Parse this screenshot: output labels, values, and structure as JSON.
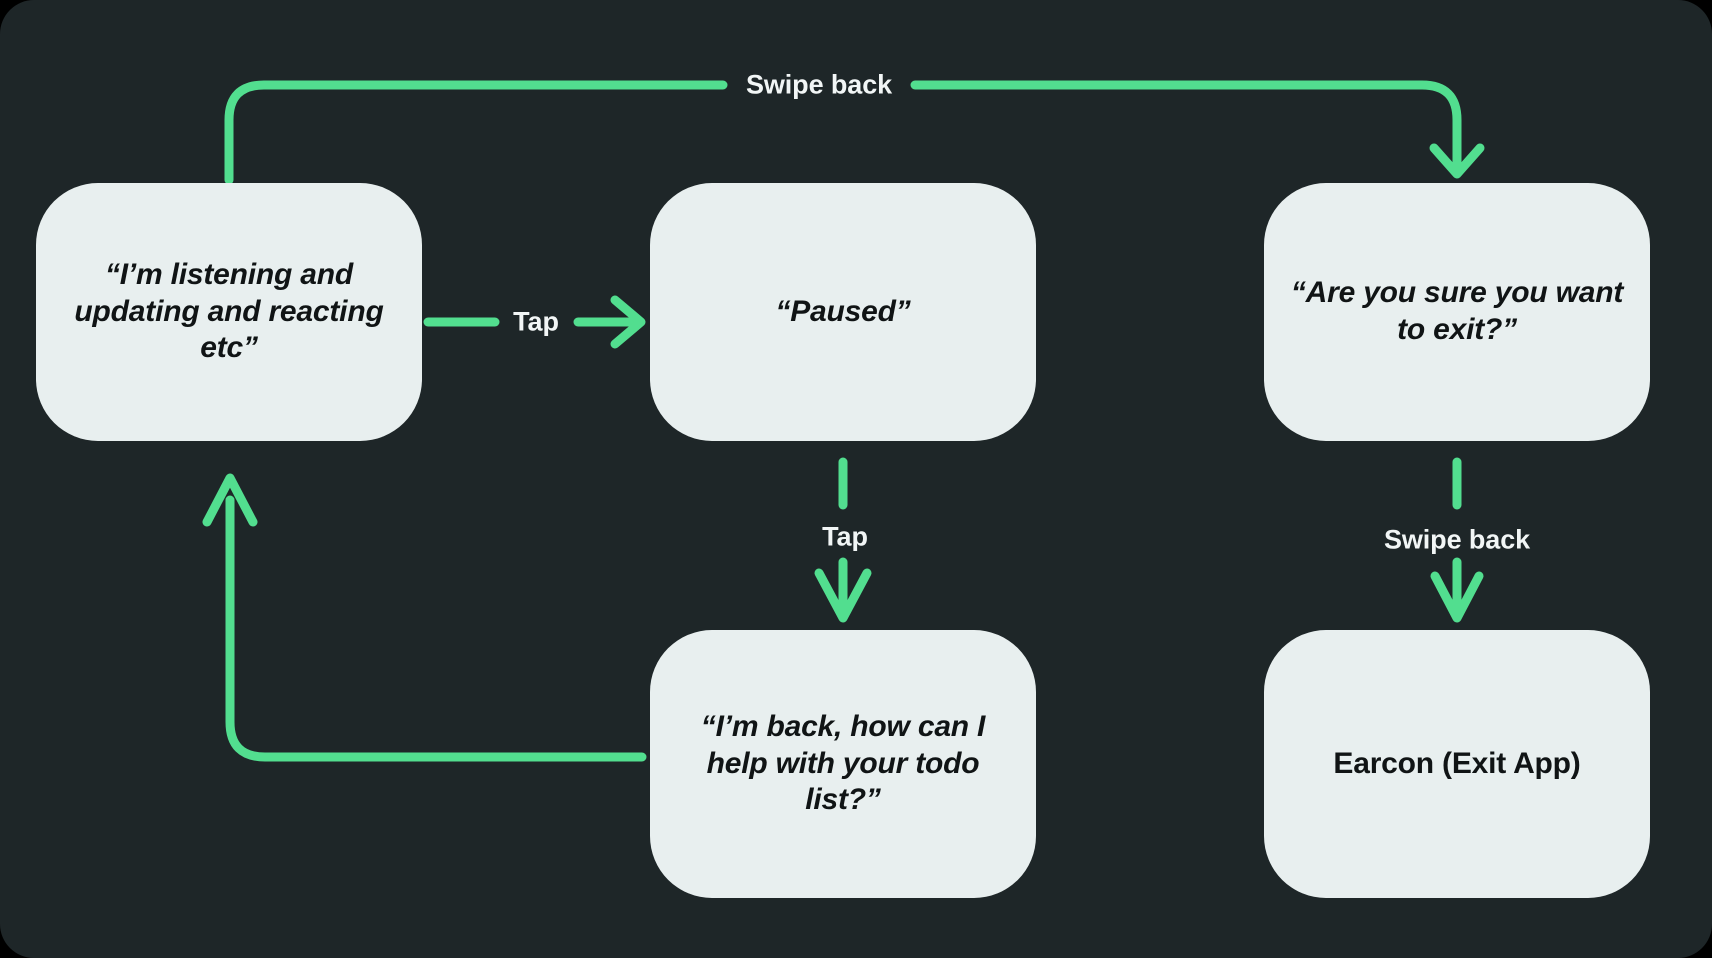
{
  "diagram": {
    "title": "Voice assistant pause / exit state flow",
    "background_color": "#1E2628",
    "node_fill_color": "#E8EFEF",
    "node_text_color": "#101415",
    "connector_color": "#52DE8F",
    "label_text_color": "#F2F6F6"
  },
  "nodes": [
    {
      "id": "listening",
      "text": "“I’m listening and updating and reacting etc”",
      "italic": true
    },
    {
      "id": "paused",
      "text": "“Paused”",
      "italic": true
    },
    {
      "id": "confirm_exit",
      "text": "“Are you sure you want to exit?”",
      "italic": true
    },
    {
      "id": "back_todo",
      "text": "“I’m back, how can I help with your todo list?”",
      "italic": true
    },
    {
      "id": "earcon",
      "text": "Earcon (Exit App)",
      "italic": false
    }
  ],
  "edges": [
    {
      "id": "listening-to-paused",
      "label": "Tap",
      "from": "listening",
      "to": "paused"
    },
    {
      "id": "paused-to-back",
      "label": "Tap",
      "from": "paused",
      "to": "back_todo"
    },
    {
      "id": "listening-to-confirm",
      "label": "Swipe back",
      "from": "listening",
      "to": "confirm_exit"
    },
    {
      "id": "confirm-to-earcon",
      "label": "Swipe back",
      "from": "confirm_exit",
      "to": "earcon"
    },
    {
      "id": "back-to-listening",
      "label": "",
      "from": "back_todo",
      "to": "listening"
    }
  ]
}
